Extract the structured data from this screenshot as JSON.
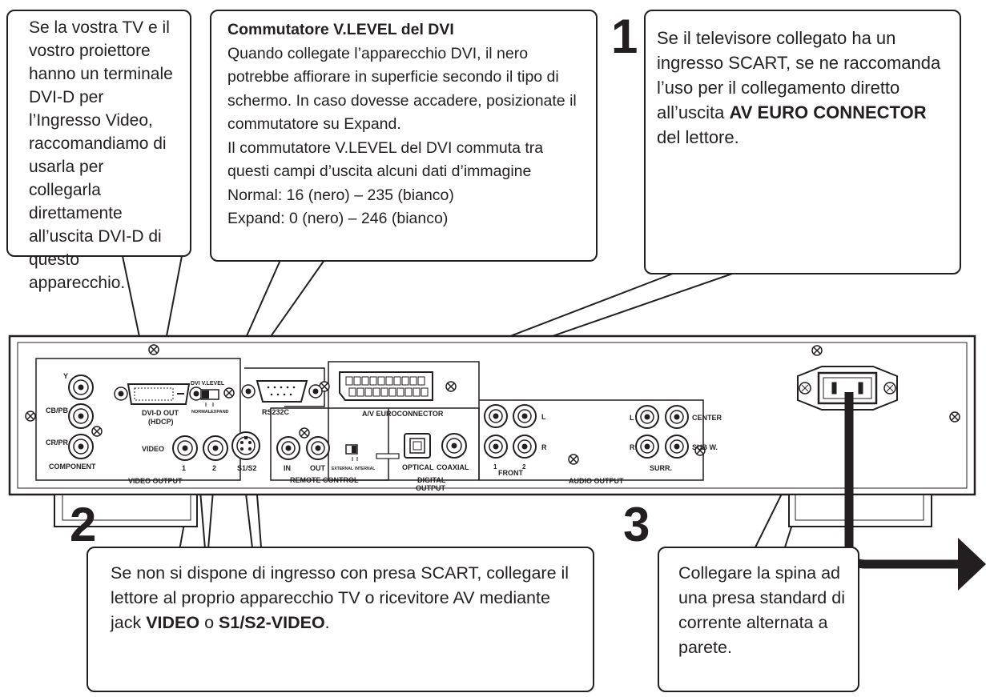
{
  "callouts": {
    "dvi_input": {
      "text": "Se la vostra TV e il vostro proiettore hanno un terminale DVI-D per l’Ingresso Video, raccomandiamo di usarla per collegarla direttamente all’uscita DVI-D di questo apparecchio."
    },
    "dvi_level": {
      "heading": "Commutatore V.LEVEL del DVI",
      "line1": "Quando collegate l’apparecchio DVI, il nero potrebbe affiorare in superficie secondo il tipo di schermo. In caso dovesse accadere, posizionate il commutatore su Expand.",
      "line2": "Il commutatore V.LEVEL del DVI commuta tra questi campi d’uscita alcuni dati d’immagine",
      "line3": "Normal: 16 (nero) – 235 (bianco)",
      "line4": "Expand: 0 (nero) – 246 (bianco)"
    },
    "step1": {
      "number": "1",
      "before": "Se il televisore collegato ha un ingresso SCART, se ne raccomanda l’uso per il collegamento diretto all’uscita ",
      "bold": "AV EURO CONNECTOR",
      "after": " del lettore."
    },
    "step2": {
      "number": "2",
      "before": "Se non si dispone di ingresso con presa SCART, collegare il lettore al proprio apparecchio TV o ricevitore AV mediante jack ",
      "bold1": "VIDEO",
      "mid": " o ",
      "bold2": "S1/S2-VIDEO",
      "after": "."
    },
    "step3": {
      "number": "3",
      "text": "Collegare la spina ad una presa standard di corrente alternata a parete."
    }
  },
  "panel_labels": {
    "y": "Y",
    "cb_pb": "CB/PB",
    "cr_pr": "CR/PR",
    "component": "COMPONENT",
    "video": "VIDEO",
    "video_1": "1",
    "video_2": "2",
    "s1s2": "S1/S2",
    "video_output": "VIDEO OUTPUT",
    "dvi_out": "DVI-D OUT",
    "hdcp": "(HDCP)",
    "dvi_vlevel": "DVI V.LEVEL",
    "normal": "NORMAL",
    "expand": "EXPAND",
    "rs232c": "RS232C",
    "av_euroconnector": "A/V EUROCONNECTOR",
    "in": "IN",
    "out": "OUT",
    "external": "EXTERNAL",
    "internal": "INTERNAL",
    "remote_control": "REMOTE CONTROL",
    "optical": "OPTICAL",
    "coaxial": "COAXIAL",
    "digital": "DIGITAL",
    "output": "OUTPUT",
    "front_l": "L",
    "front_r": "R",
    "front_1": "1",
    "front_2": "2",
    "front": "FRONT",
    "audio_output": "AUDIO OUTPUT",
    "surr_l": "L",
    "surr_r": "R",
    "center": "CENTER",
    "subw": "SUB W.",
    "surr": "SURR."
  }
}
